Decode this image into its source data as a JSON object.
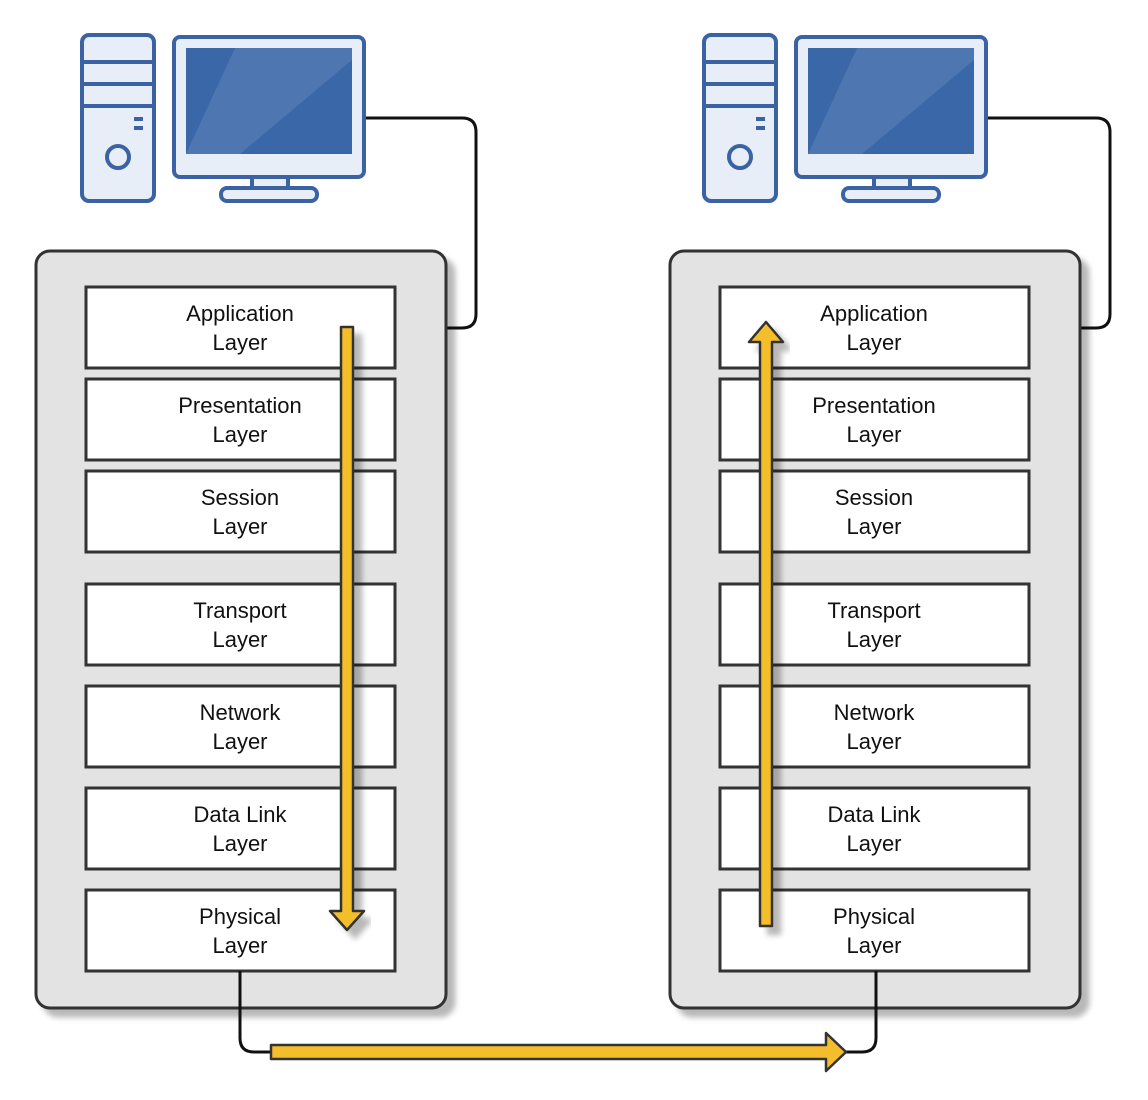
{
  "colors": {
    "computer_outline": "#3b63a3",
    "computer_fill": "#e8eef8",
    "screen": "#3a67a8",
    "stack_fill": "#e3e3e3",
    "stack_border": "#333333",
    "layer_fill": "#ffffff",
    "arrow_fill": "#f4bd2c",
    "arrow_stroke": "#333333",
    "cable": "#111111"
  },
  "sender": {
    "computer_icon": "desktop-computer-icon",
    "layers": [
      {
        "line1": "Application",
        "line2": "Layer"
      },
      {
        "line1": "Presentation",
        "line2": "Layer"
      },
      {
        "line1": "Session",
        "line2": "Layer"
      },
      {
        "line1": "Transport",
        "line2": "Layer"
      },
      {
        "line1": "Network",
        "line2": "Layer"
      },
      {
        "line1": "Data Link",
        "line2": "Layer"
      },
      {
        "line1": "Physical",
        "line2": "Layer"
      }
    ],
    "flow_direction": "down"
  },
  "receiver": {
    "computer_icon": "desktop-computer-icon",
    "layers": [
      {
        "line1": "Application",
        "line2": "Layer"
      },
      {
        "line1": "Presentation",
        "line2": "Layer"
      },
      {
        "line1": "Session",
        "line2": "Layer"
      },
      {
        "line1": "Transport",
        "line2": "Layer"
      },
      {
        "line1": "Network",
        "line2": "Layer"
      },
      {
        "line1": "Data Link",
        "line2": "Layer"
      },
      {
        "line1": "Physical",
        "line2": "Layer"
      }
    ],
    "flow_direction": "up"
  },
  "transmission_direction": "sender-to-receiver"
}
